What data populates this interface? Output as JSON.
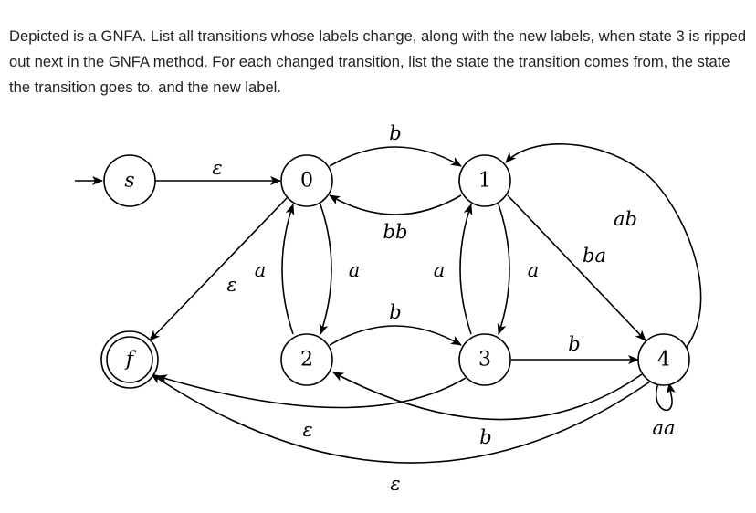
{
  "question": "Depicted is a GNFA. List all transitions whose labels change, along with the new labels, when state 3 is ripped out next in the GNFA method. For each changed transition, list the state the transition comes from, the state the transition goes to, and the new label.",
  "states": [
    {
      "id": "s",
      "label": "s",
      "start": true,
      "accept": false
    },
    {
      "id": "0",
      "label": "0",
      "start": false,
      "accept": false
    },
    {
      "id": "1",
      "label": "1",
      "start": false,
      "accept": false
    },
    {
      "id": "2",
      "label": "2",
      "start": false,
      "accept": false
    },
    {
      "id": "3",
      "label": "3",
      "start": false,
      "accept": false
    },
    {
      "id": "4",
      "label": "4",
      "start": false,
      "accept": false
    },
    {
      "id": "f",
      "label": "f",
      "start": false,
      "accept": true
    }
  ],
  "transitions": [
    {
      "from": "s",
      "to": "0",
      "label": "ε"
    },
    {
      "from": "0",
      "to": "1",
      "label": "b"
    },
    {
      "from": "1",
      "to": "0",
      "label": "bb"
    },
    {
      "from": "0",
      "to": "2",
      "label": "a"
    },
    {
      "from": "2",
      "to": "0",
      "label": "a"
    },
    {
      "from": "1",
      "to": "3",
      "label": "a"
    },
    {
      "from": "3",
      "to": "1",
      "label": "a"
    },
    {
      "from": "0",
      "to": "f",
      "label": "ε"
    },
    {
      "from": "2",
      "to": "3",
      "label": "b"
    },
    {
      "from": "3",
      "to": "4",
      "label": "b"
    },
    {
      "from": "1",
      "to": "4",
      "label": "ba"
    },
    {
      "from": "4",
      "to": "1",
      "label": "ab"
    },
    {
      "from": "4",
      "to": "4",
      "label": "aa"
    },
    {
      "from": "3",
      "to": "f",
      "label": "ε"
    },
    {
      "from": "4",
      "to": "2",
      "label": "b"
    },
    {
      "from": "4",
      "to": "f",
      "label": "ε"
    }
  ]
}
